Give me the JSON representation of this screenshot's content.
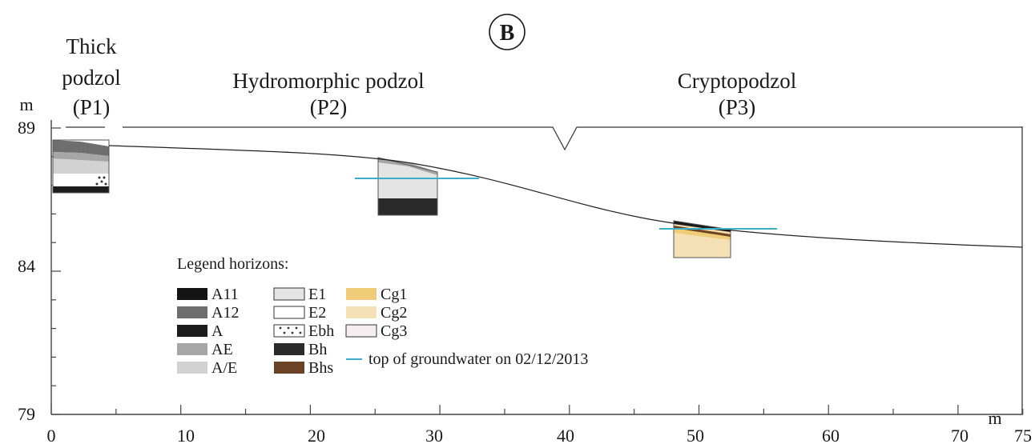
{
  "panel_label": "B",
  "profiles": [
    {
      "id": "P1",
      "name_lines": [
        "Thick",
        "podzol"
      ],
      "code": "(P1)"
    },
    {
      "id": "P2",
      "name_lines": [
        "Hydromorphic podzol"
      ],
      "code": "(P2)"
    },
    {
      "id": "P3",
      "name_lines": [
        "Cryptopodzol"
      ],
      "code": "(P3)"
    }
  ],
  "axes": {
    "y_unit": "m",
    "x_unit": "m",
    "y_ticks": [
      "89",
      "84",
      "79"
    ],
    "x_ticks": [
      "0",
      "10",
      "20",
      "30",
      "40",
      "50",
      "60",
      "70",
      "75"
    ]
  },
  "legend": {
    "title": "Legend horizons:",
    "items": [
      {
        "label": "A11",
        "color": "#141414"
      },
      {
        "label": "A12",
        "color": "#6e6e6e"
      },
      {
        "label": "A",
        "color": "#1c1c1c"
      },
      {
        "label": "AE",
        "color": "#a6a6a6"
      },
      {
        "label": "A/E",
        "color": "#d2d2d2"
      },
      {
        "label": "E1",
        "color": "#e4e4e4"
      },
      {
        "label": "E2",
        "color": "#ffffff"
      },
      {
        "label": "Ebh",
        "color": "#ffffff"
      },
      {
        "label": "Bh",
        "color": "#2a2a2a"
      },
      {
        "label": "Bhs",
        "color": "#6b4226"
      },
      {
        "label": "Cg1",
        "color": "#f0cc78"
      },
      {
        "label": "Cg2",
        "color": "#f5e0b5"
      },
      {
        "label": "Cg3",
        "color": "#f4eef0"
      }
    ],
    "groundwater_label": "top of groundwater on 02/12/2013",
    "groundwater_color": "#3aaecb"
  }
}
